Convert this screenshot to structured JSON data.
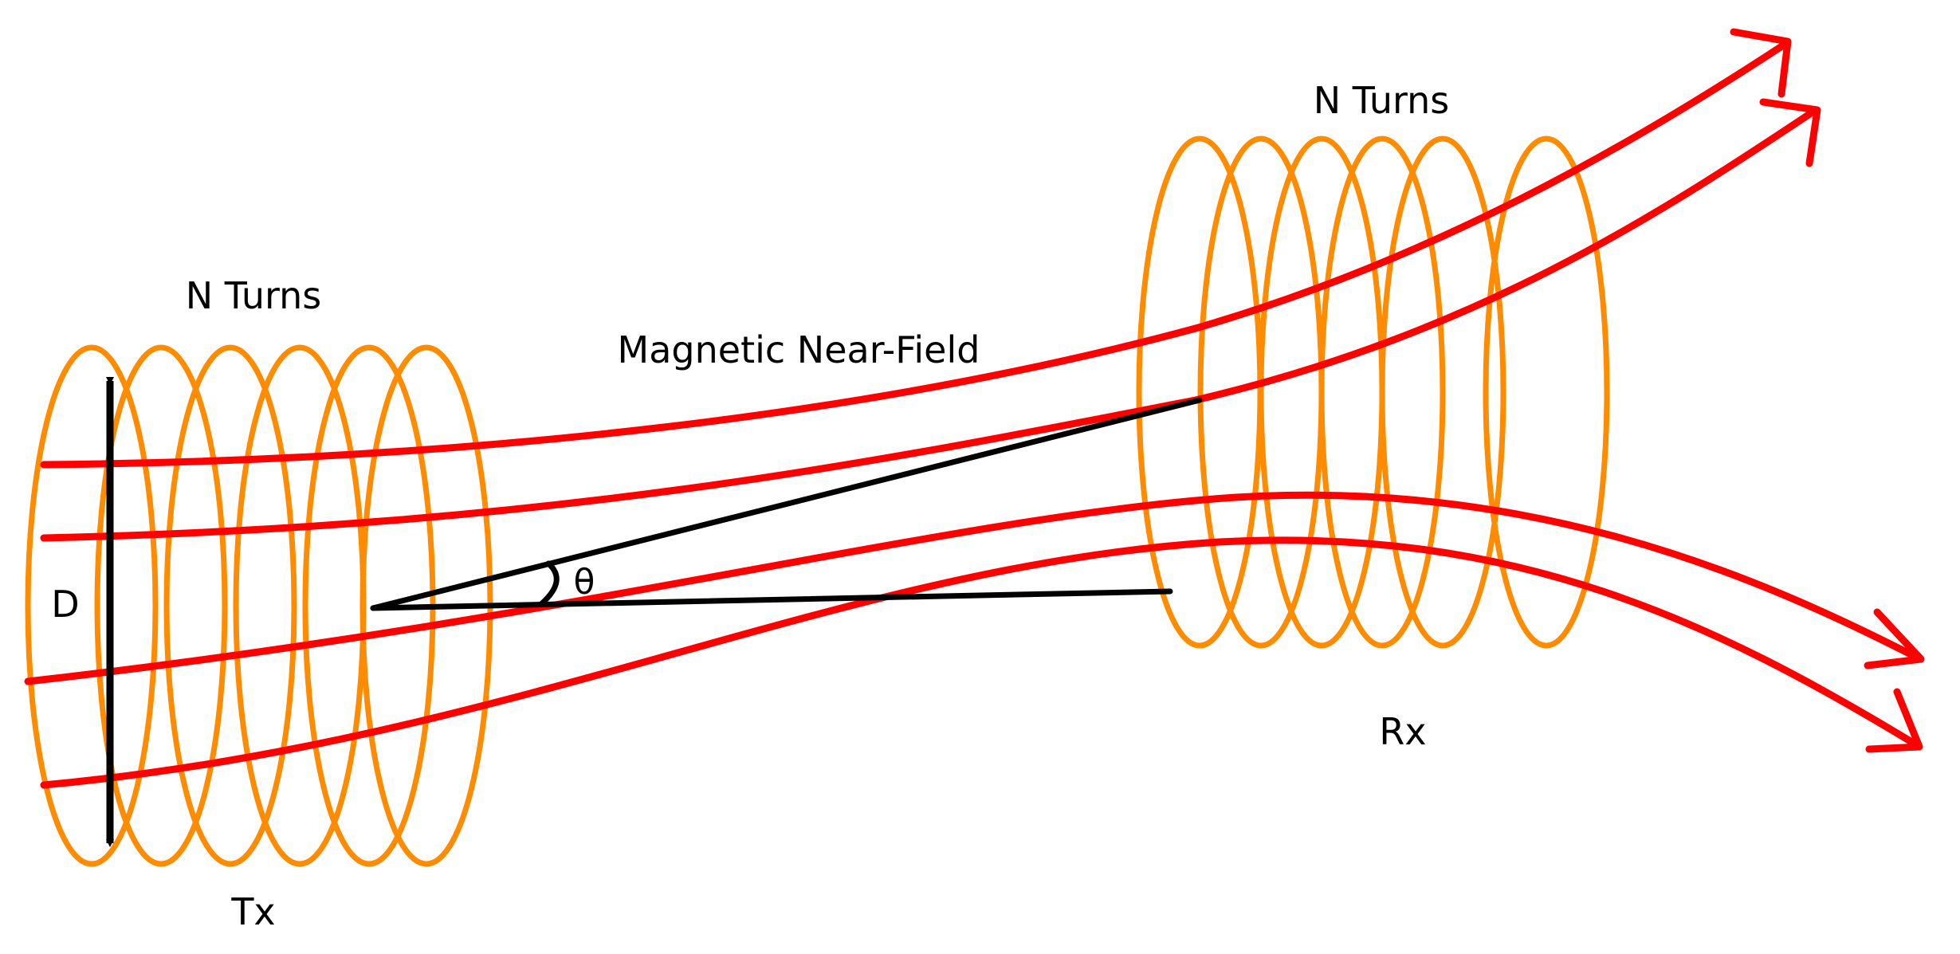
{
  "labels": {
    "tx_turns": "N Turns",
    "rx_turns": "N Turns",
    "field": "Magnetic Near-Field",
    "diameter": "D",
    "angle": "θ",
    "tx": "Tx",
    "rx": "Rx"
  },
  "colors": {
    "coil": "#ff8c00",
    "field": "#ff0000",
    "line": "#000000",
    "background": "#ffffff"
  }
}
